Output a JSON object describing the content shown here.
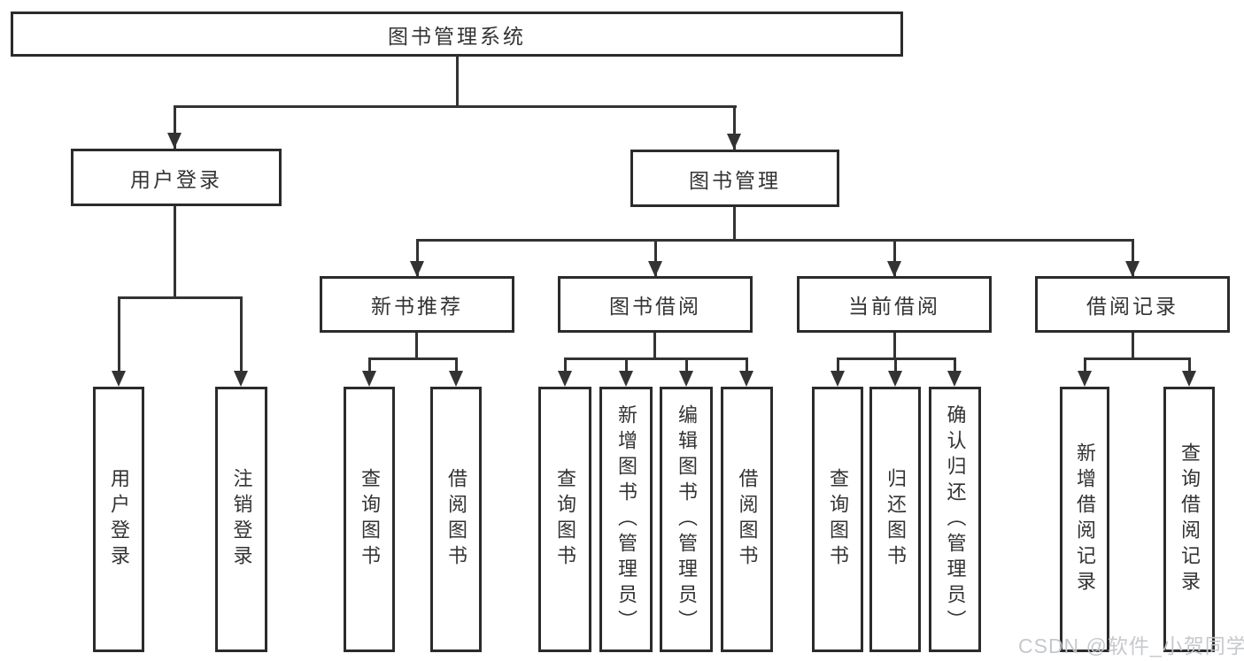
{
  "tree": {
    "root": {
      "label": "图书管理系统"
    },
    "branches": [
      {
        "label": "用户登录",
        "children": [
          {
            "label": "用户登录"
          },
          {
            "label": "注销登录"
          }
        ]
      },
      {
        "label": "图书管理",
        "groups": [
          {
            "label": "新书推荐",
            "children": [
              {
                "label": "查询图书"
              },
              {
                "label": "借阅图书"
              }
            ]
          },
          {
            "label": "图书借阅",
            "children": [
              {
                "label": "查询图书"
              },
              {
                "label": "新增图书（管理员）"
              },
              {
                "label": "编辑图书（管理员）"
              },
              {
                "label": "借阅图书"
              }
            ]
          },
          {
            "label": "当前借阅",
            "children": [
              {
                "label": "查询图书"
              },
              {
                "label": "归还图书"
              },
              {
                "label": "确认归还（管理员）"
              }
            ]
          },
          {
            "label": "借阅记录",
            "children": [
              {
                "label": "新增借阅记录"
              },
              {
                "label": "查询借阅记录"
              }
            ]
          }
        ]
      }
    ]
  },
  "watermark": {
    "text": "CSDN @软件_小贺同学"
  },
  "colors": {
    "box_border": "#2b2b2b",
    "connector": "#333333",
    "text": "#333333",
    "watermark": "#c3c6cb",
    "background": "#ffffff"
  }
}
